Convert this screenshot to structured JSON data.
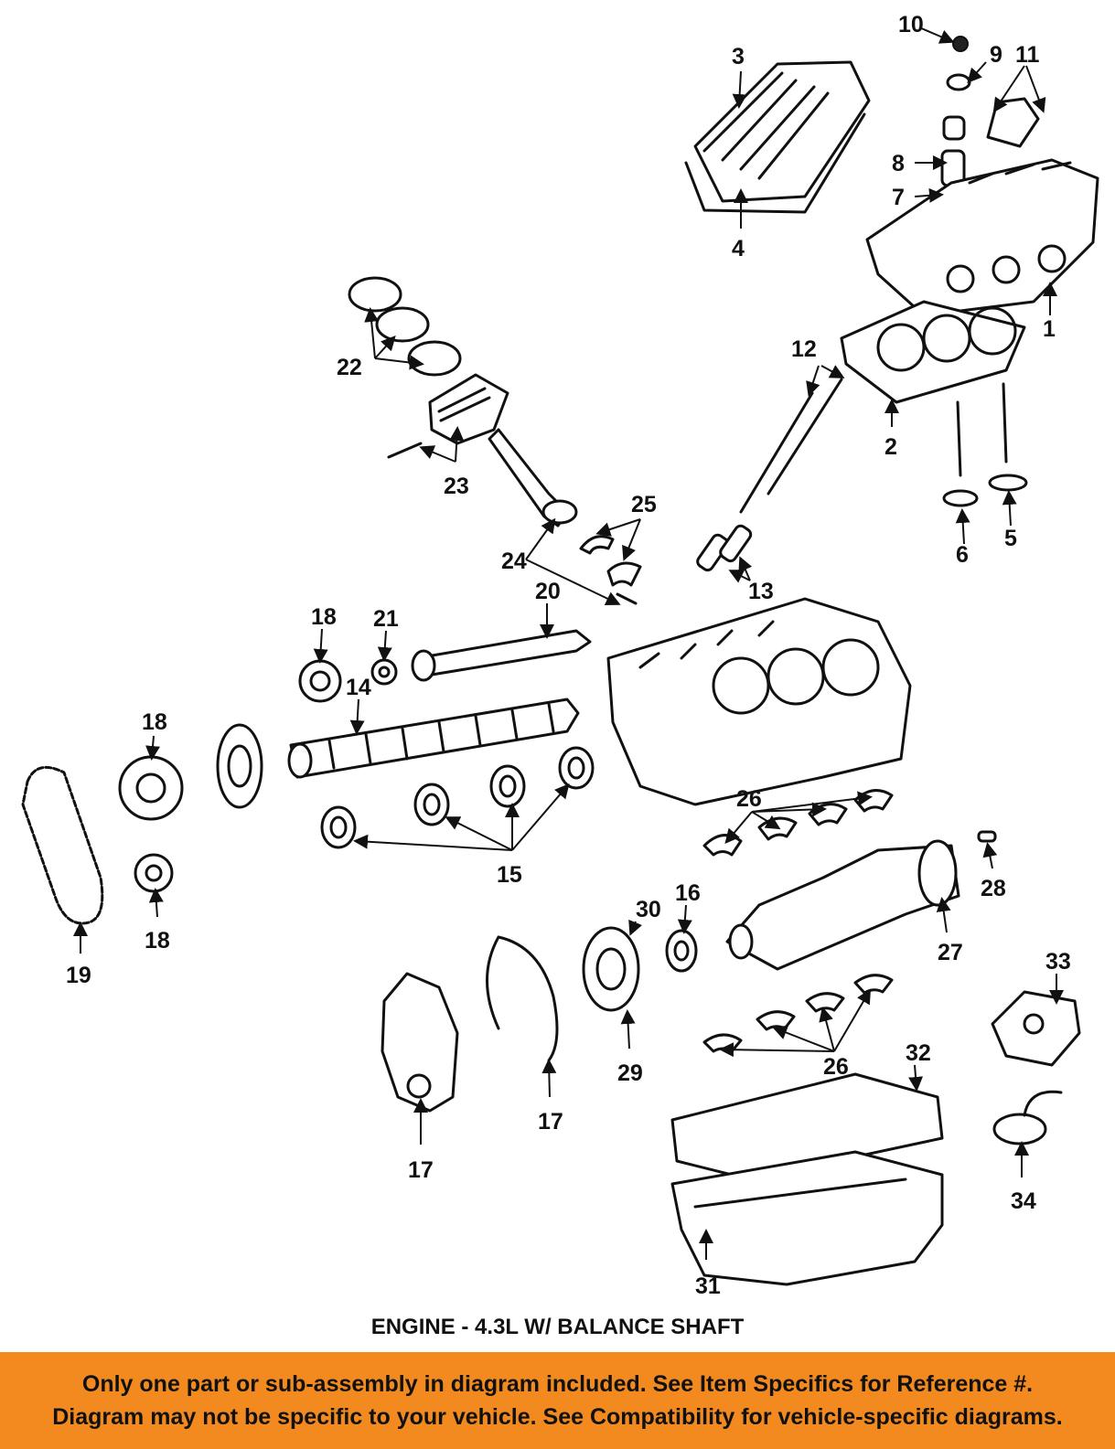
{
  "diagram": {
    "caption": "ENGINE - 4.3L W/ BALANCE SHAFT",
    "callouts": {
      "c1": "1",
      "c2": "2",
      "c3": "3",
      "c4": "4",
      "c5": "5",
      "c6": "6",
      "c7": "7",
      "c8": "8",
      "c9": "9",
      "c10": "10",
      "c11": "11",
      "c12": "12",
      "c13": "13",
      "c14": "14",
      "c15": "15",
      "c16": "16",
      "c17a": "17",
      "c17b": "17",
      "c18a": "18",
      "c18b": "18",
      "c18c": "18",
      "c19": "19",
      "c20": "20",
      "c21": "21",
      "c22": "22",
      "c23": "23",
      "c24": "24",
      "c25": "25",
      "c26a": "26",
      "c26b": "26",
      "c27": "27",
      "c28": "28",
      "c29": "29",
      "c30": "30",
      "c31": "31",
      "c32": "32",
      "c33": "33",
      "c34": "34"
    }
  },
  "banner": {
    "line1": "Only one part or sub-assembly in diagram included. See Item Specifics for Reference #.",
    "line2": "Diagram may not be specific to your vehicle. See Compatibility for vehicle-specific diagrams.",
    "color": "#f28a1f"
  }
}
